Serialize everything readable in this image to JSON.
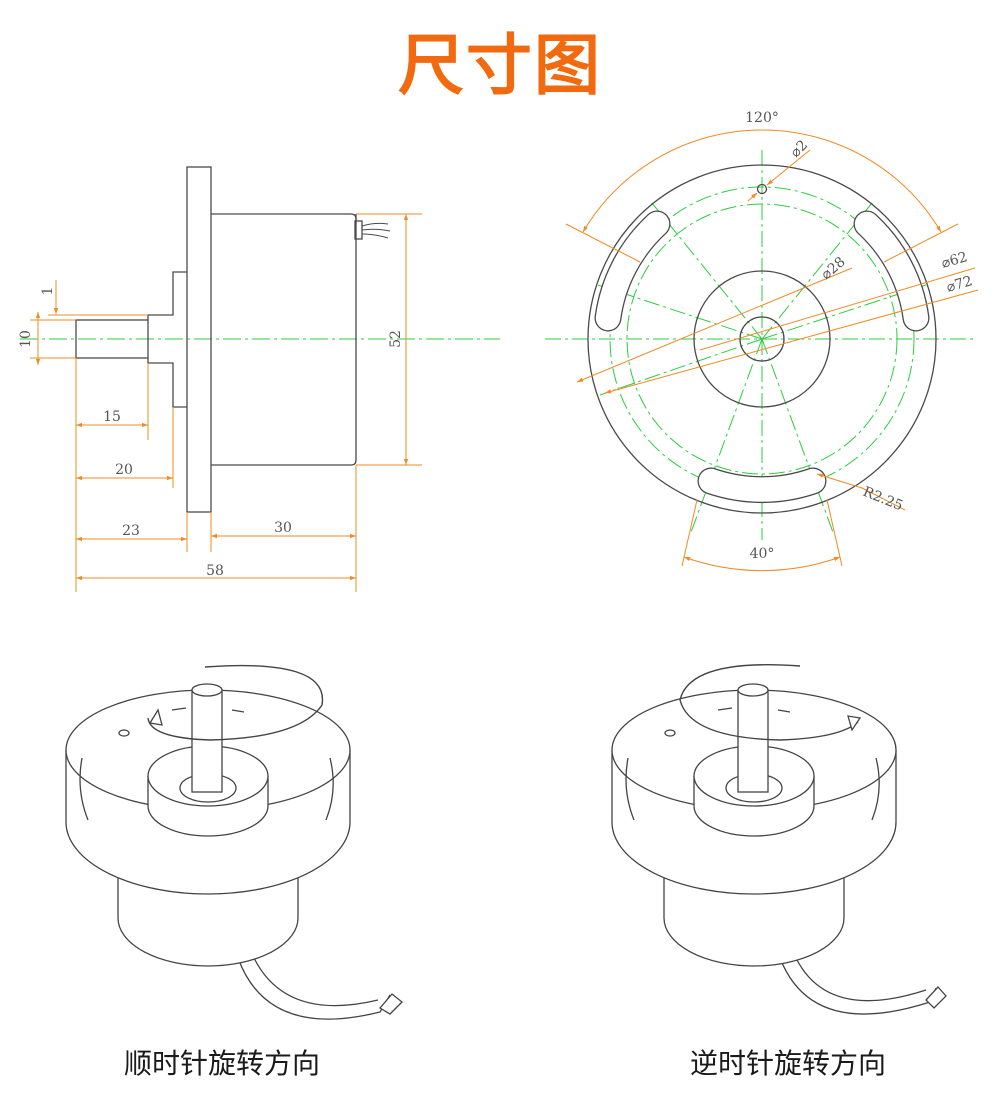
{
  "title": "尺寸图",
  "colors": {
    "title": "#f26a10",
    "dimension": "#f08a24",
    "centerline": "#2ecc40",
    "outline": "#4a4a4a"
  },
  "side_view": {
    "dims": {
      "d1": "1",
      "d10": "10",
      "d15": "15",
      "d20": "20",
      "d23": "23",
      "d30": "30",
      "d58": "58",
      "d52": "52"
    }
  },
  "front_view": {
    "dims": {
      "angle_top": "120°",
      "angle_bottom": "40°",
      "hole": "⌀2",
      "d28": "⌀28",
      "d62": "⌀62",
      "d72": "⌀72",
      "radius": "R2.25"
    }
  },
  "captions": {
    "clockwise": "顺时针旋转方向",
    "counterclockwise": "逆时针旋转方向"
  }
}
